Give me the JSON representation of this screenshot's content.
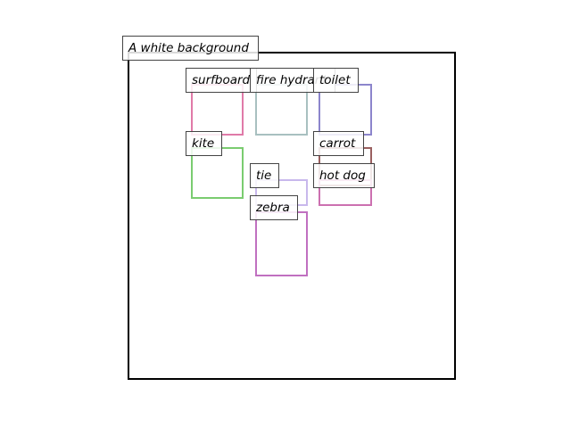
{
  "scene": {
    "caption": "A white background",
    "objects": [
      {
        "key": "surfboard",
        "label": "surfboard",
        "color": "#e07aa8"
      },
      {
        "key": "fire-hydrant",
        "label": "fire hydrant",
        "color": "#a8c0c0"
      },
      {
        "key": "toilet",
        "label": "toilet",
        "color": "#8c85cc"
      },
      {
        "key": "kite",
        "label": "kite",
        "color": "#7acc70"
      },
      {
        "key": "carrot",
        "label": "carrot",
        "color": "#9a6060"
      },
      {
        "key": "hot-dog",
        "label": "hot dog",
        "color": "#cc70b0"
      },
      {
        "key": "tie",
        "label": "tie",
        "color": "#c8b8ec"
      },
      {
        "key": "zebra",
        "label": "zebra",
        "color": "#c070c0"
      }
    ]
  }
}
